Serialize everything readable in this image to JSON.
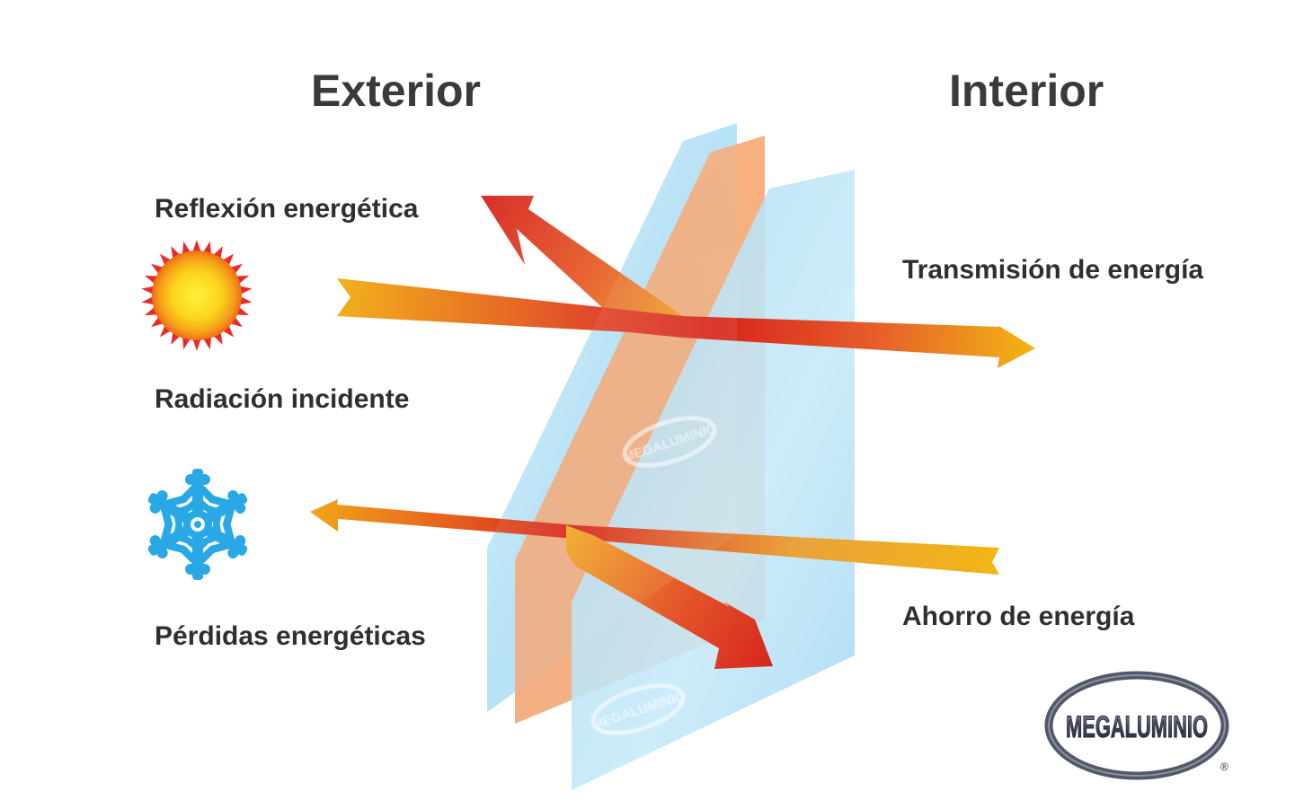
{
  "headings": {
    "exterior": "Exterior",
    "interior": "Interior"
  },
  "labels": {
    "reflection": "Reflexión energética",
    "incident": "Radiación incidente",
    "losses": "Pérdidas energéticas",
    "transmission": "Transmisión de energía",
    "saving": "Ahorro de energía"
  },
  "logo": {
    "text": "MEGALUMINIO",
    "watermark_text": "MEGALUMINIO"
  },
  "icons": {
    "sun": "sun-icon",
    "snowflake": "snowflake-icon"
  },
  "colors": {
    "text": "#2f2f2f",
    "glass_blue": "#9fd6f2",
    "film_orange": "#f4a46a",
    "arrow_red": "#d9261c",
    "arrow_yellow": "#f2b515",
    "snowflake": "#29a8e6",
    "logo_grey": "#4a4f5e"
  }
}
